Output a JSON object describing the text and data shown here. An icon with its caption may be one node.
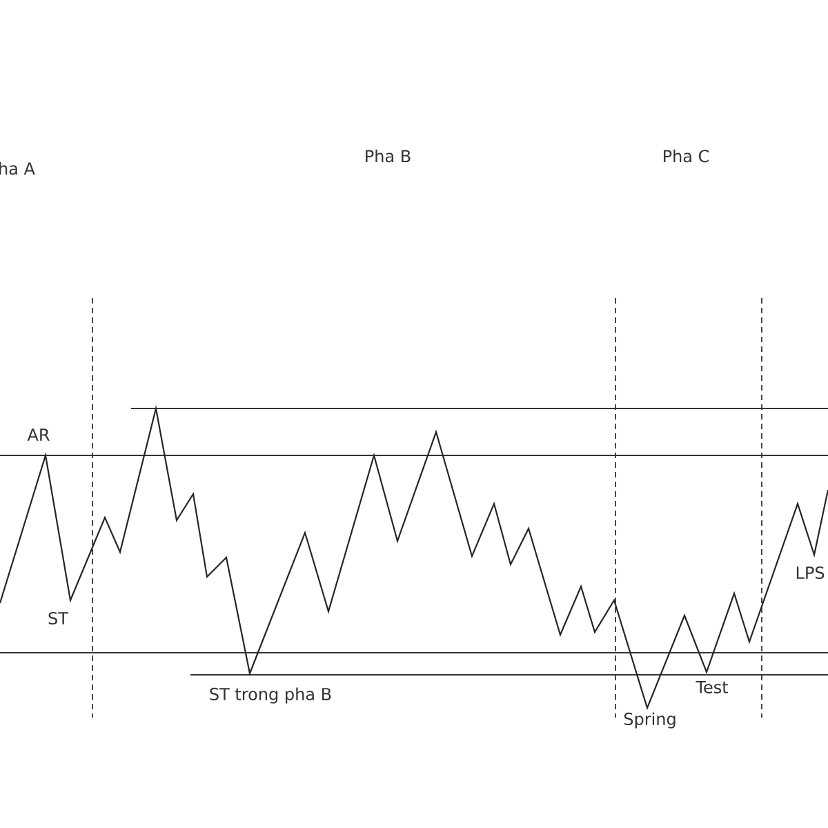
{
  "diagram": {
    "labels": [
      "ha A",
      "Pha B",
      "Pha C",
      "AR",
      "ST",
      "ST trong pha B",
      "Spring",
      "Test",
      "LPS"
    ]
  }
}
